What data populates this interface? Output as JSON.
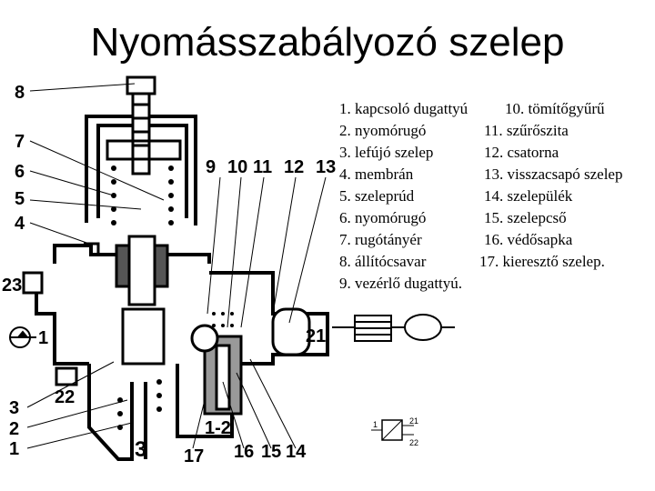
{
  "title": "Nyomásszabályozó szelep",
  "diagram": {
    "callouts": {
      "c1": "1",
      "c1b": "1",
      "c2": "2",
      "c3": "3",
      "c3b": "3",
      "c4": "4",
      "c5": "5",
      "c6": "6",
      "c7": "7",
      "c8": "8",
      "c9": "9",
      "c10": "10",
      "c11": "11",
      "c12": "12",
      "c13": "13",
      "c14": "14",
      "c15": "15",
      "c16": "16",
      "c17": "17",
      "c21": "21",
      "c22": "22",
      "c23": "23",
      "c12port": "1-2"
    },
    "symbol": {
      "in": "1",
      "out21": "21",
      "out22": "22"
    }
  },
  "legend": {
    "left": [
      "1. kapcsoló dugattyú",
      "2. nyomórugó",
      "3. lefújó szelep",
      "4. membrán",
      "5. szeleprúd",
      "6. nyomórugó",
      "7. rugótányér",
      "8. állítócsavar",
      "9. vezérlő dugattyú."
    ],
    "right": [
      "10. tömítőgyűrű",
      "11. szűrőszita",
      "12. csatorna",
      "13. visszacsapó szelep",
      "14. szelepülék",
      "15. szelepcső",
      "16. védősapka",
      "17. kieresztő szelep."
    ]
  }
}
